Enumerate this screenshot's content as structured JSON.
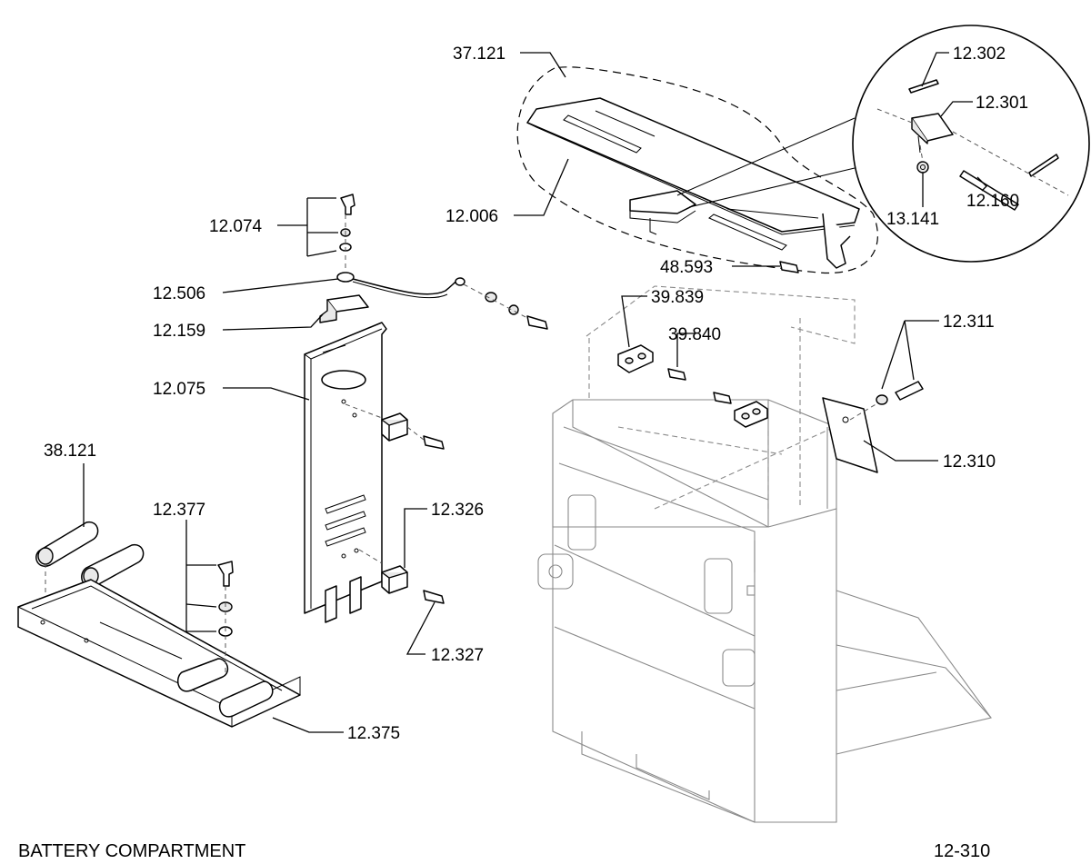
{
  "title": "BATTERY COMPARTMENT",
  "page_code": "12-310",
  "callouts": {
    "c37_121": "37.121",
    "c12_302": "12.302",
    "c12_301": "12.301",
    "c13_141": "13.141",
    "c12_160": "12.160",
    "c12_006": "12.006",
    "c12_074": "12.074",
    "c12_506": "12.506",
    "c12_159": "12.159",
    "c12_075": "12.075",
    "c48_593": "48.593",
    "c39_839": "39.839",
    "c39_840": "39.840",
    "c12_311": "12.311",
    "c12_310": "12.310",
    "c38_121": "38.121",
    "c12_377": "12.377",
    "c12_326": "12.326",
    "c12_327": "12.327",
    "c12_375": "12.375"
  }
}
